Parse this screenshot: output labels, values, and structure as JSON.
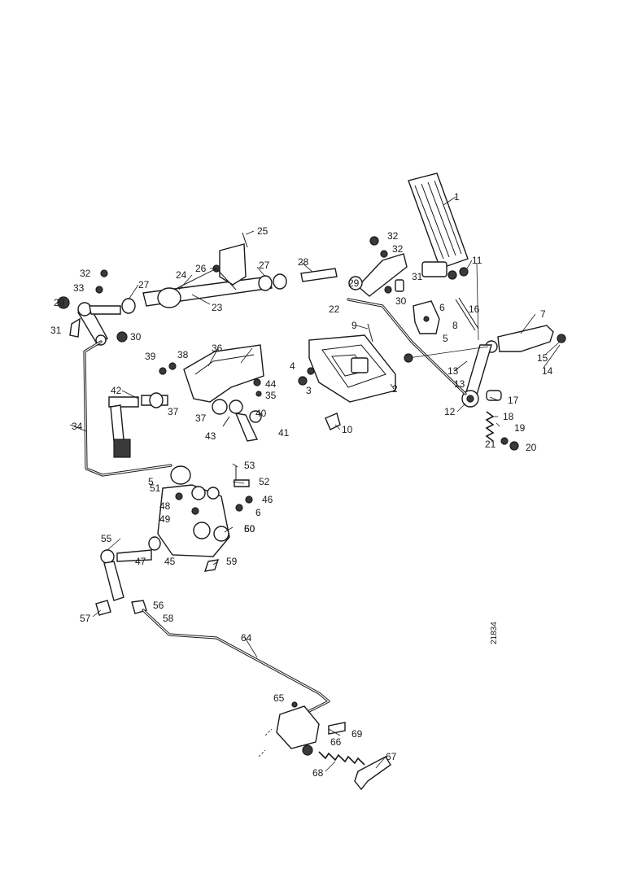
{
  "drawing": {
    "reference_number": "21834"
  },
  "callouts": [
    {
      "id": "c1",
      "label": "1"
    },
    {
      "id": "c2",
      "label": "2"
    },
    {
      "id": "c3",
      "label": "3"
    },
    {
      "id": "c4",
      "label": "4"
    },
    {
      "id": "c5",
      "label": "5"
    },
    {
      "id": "c6",
      "label": "6"
    },
    {
      "id": "c7",
      "label": "7"
    },
    {
      "id": "c8",
      "label": "8"
    },
    {
      "id": "c9",
      "label": "9"
    },
    {
      "id": "c10",
      "label": "10"
    },
    {
      "id": "c11",
      "label": "11"
    },
    {
      "id": "c12",
      "label": "12"
    },
    {
      "id": "c13",
      "label": "13"
    },
    {
      "id": "c14",
      "label": "14"
    },
    {
      "id": "c15",
      "label": "15"
    },
    {
      "id": "c16",
      "label": "16"
    },
    {
      "id": "c17",
      "label": "17"
    },
    {
      "id": "c18",
      "label": "18"
    },
    {
      "id": "c19",
      "label": "19"
    },
    {
      "id": "c20",
      "label": "20"
    },
    {
      "id": "c21",
      "label": "21"
    },
    {
      "id": "c22",
      "label": "22"
    },
    {
      "id": "c23",
      "label": "23"
    },
    {
      "id": "c24",
      "label": "24"
    },
    {
      "id": "c25",
      "label": "25"
    },
    {
      "id": "c26",
      "label": "26"
    },
    {
      "id": "c27a",
      "label": "27"
    },
    {
      "id": "c27b",
      "label": "27"
    },
    {
      "id": "c28",
      "label": "28"
    },
    {
      "id": "c29a",
      "label": "29"
    },
    {
      "id": "c29b",
      "label": "29"
    },
    {
      "id": "c30a",
      "label": "30"
    },
    {
      "id": "c30b",
      "label": "30"
    },
    {
      "id": "c31a",
      "label": "31"
    },
    {
      "id": "c31b",
      "label": "31"
    },
    {
      "id": "c32a",
      "label": "32"
    },
    {
      "id": "c32b",
      "label": "32"
    },
    {
      "id": "c32c",
      "label": "32"
    },
    {
      "id": "c33",
      "label": "33"
    },
    {
      "id": "c34",
      "label": "34"
    },
    {
      "id": "c35",
      "label": "35"
    },
    {
      "id": "c36",
      "label": "36"
    },
    {
      "id": "c37a",
      "label": "37"
    },
    {
      "id": "c37b",
      "label": "37"
    },
    {
      "id": "c38",
      "label": "38"
    },
    {
      "id": "c39",
      "label": "39"
    },
    {
      "id": "c40",
      "label": "40"
    },
    {
      "id": "c41",
      "label": "41"
    },
    {
      "id": "c42",
      "label": "42"
    },
    {
      "id": "c43",
      "label": "43"
    },
    {
      "id": "c44",
      "label": "44"
    },
    {
      "id": "c45",
      "label": "45"
    },
    {
      "id": "c46",
      "label": "46"
    },
    {
      "id": "c47",
      "label": "47"
    },
    {
      "id": "c48",
      "label": "48"
    },
    {
      "id": "c49",
      "label": "49"
    },
    {
      "id": "c50",
      "label": "50"
    },
    {
      "id": "c51",
      "label": "51"
    },
    {
      "id": "c52",
      "label": "52"
    },
    {
      "id": "c53",
      "label": "53"
    },
    {
      "id": "c55",
      "label": "55"
    },
    {
      "id": "c56",
      "label": "56"
    },
    {
      "id": "c57",
      "label": "57"
    },
    {
      "id": "c58",
      "label": "58"
    },
    {
      "id": "c59",
      "label": "59"
    },
    {
      "id": "c60",
      "label": "60"
    },
    {
      "id": "c64",
      "label": "64"
    },
    {
      "id": "c65",
      "label": "65"
    },
    {
      "id": "c66",
      "label": "66"
    },
    {
      "id": "c67",
      "label": "67"
    },
    {
      "id": "c68",
      "label": "68"
    },
    {
      "id": "c69",
      "label": "69"
    },
    {
      "id": "c6b",
      "label": "6"
    },
    {
      "id": "c5b",
      "label": "5"
    },
    {
      "id": "c13b",
      "label": "13"
    }
  ]
}
